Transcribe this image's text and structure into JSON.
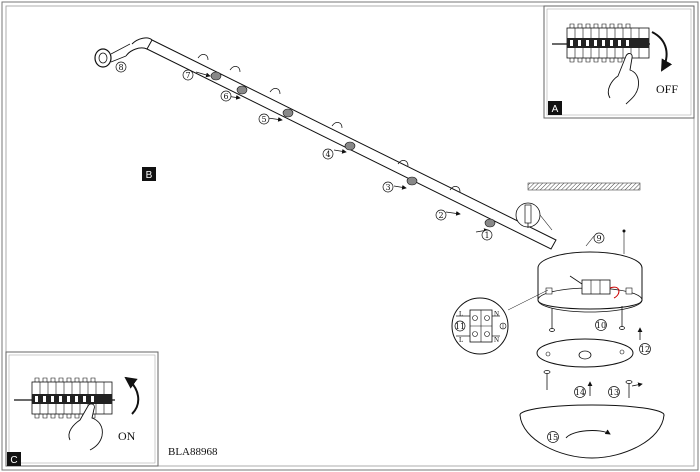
{
  "panels": {
    "a": {
      "letter": "A",
      "action": "OFF"
    },
    "b": {
      "letter": "B"
    },
    "c": {
      "letter": "C",
      "action": "ON"
    }
  },
  "model_code": "BLA88968",
  "terminal_labels": {
    "left_top": "L",
    "left_bottom": "L",
    "right_top": "N",
    "right_bottom": "N"
  },
  "step_numbers": [
    "1",
    "2",
    "3",
    "4",
    "5",
    "6",
    "7",
    "8",
    "9",
    "10",
    "11",
    "12",
    "13",
    "14",
    "15"
  ]
}
